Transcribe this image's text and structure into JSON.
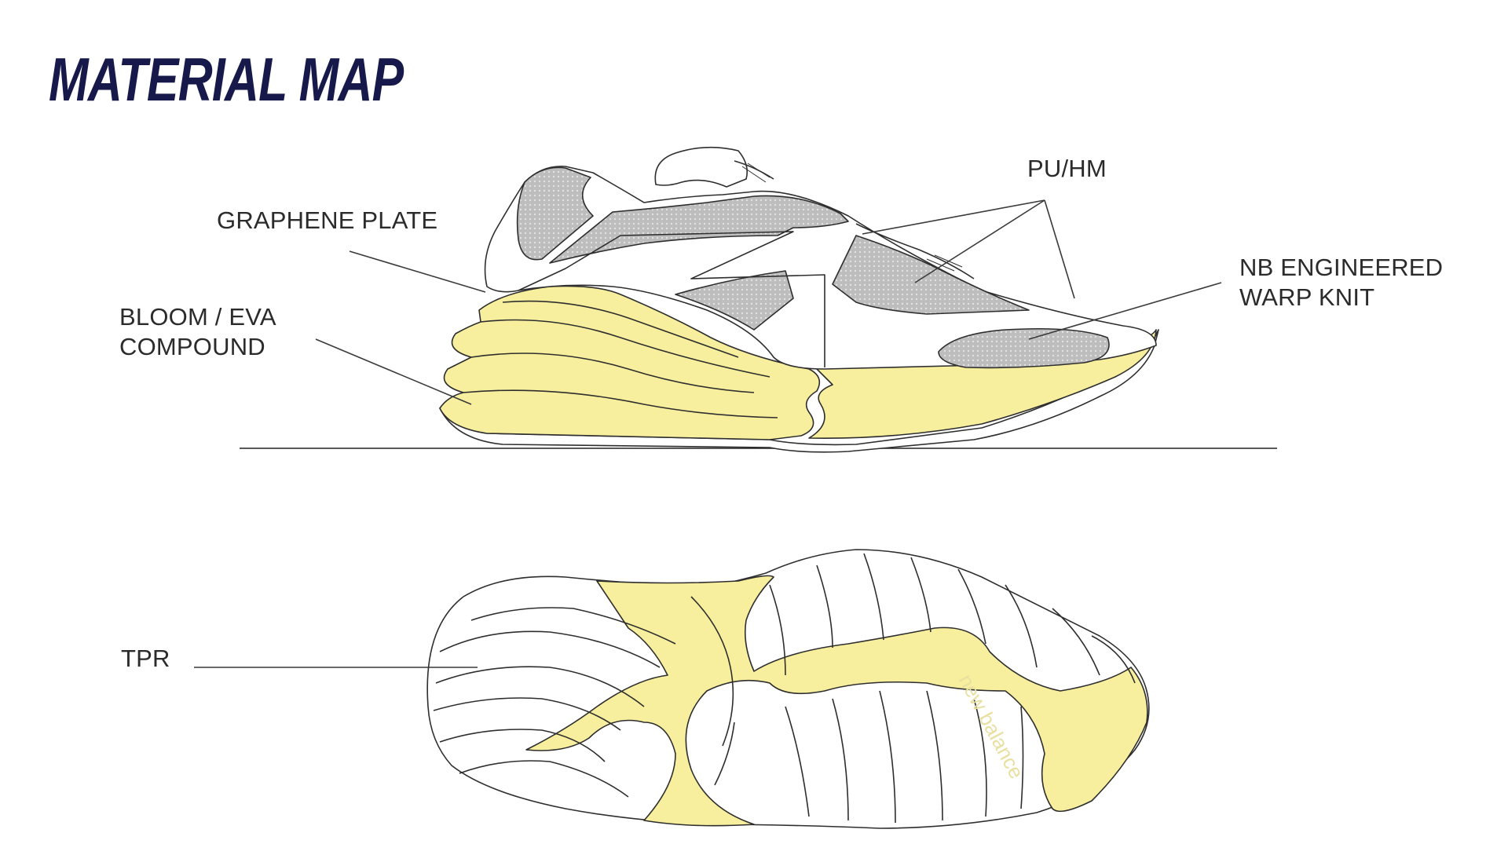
{
  "title": "MATERIAL MAP",
  "labels": {
    "graphene_plate": "GRAPHENE PLATE",
    "pu_hm": "PU/HM",
    "nb_knit_line1": "NB ENGINEERED",
    "nb_knit_line2": "WARP KNIT",
    "bloom_line1": "BLOOM / EVA",
    "bloom_line2": "COMPOUND",
    "tpr": "TPR"
  },
  "brand_text": "new balance",
  "colors": {
    "title": "#16194a",
    "foam_yellow": "#f7ef9e",
    "mesh_grey": "#bdbdbd",
    "line": "#3a3a3a"
  }
}
